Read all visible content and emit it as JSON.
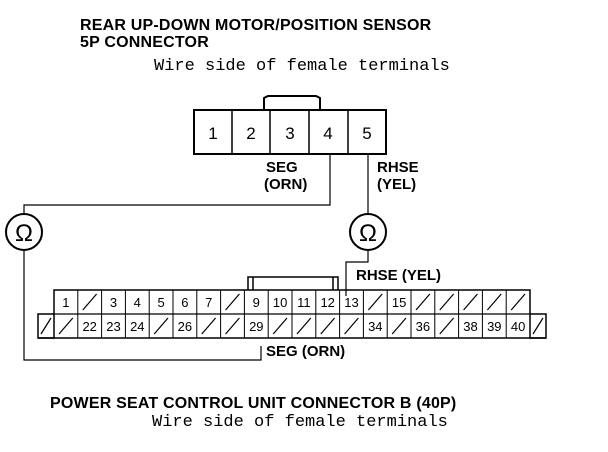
{
  "top_connector": {
    "title_line1": "REAR UP-DOWN MOTOR/POSITION SENSOR",
    "title_line2": "5P CONNECTOR",
    "subtitle": "Wire side of female terminals",
    "pins": [
      "1",
      "2",
      "3",
      "4",
      "5"
    ]
  },
  "wires": {
    "seg_top": [
      "SEG",
      "(ORN)"
    ],
    "rhse_top": [
      "RHSE",
      "(YEL)"
    ],
    "rhse_mid": "RHSE (YEL)",
    "seg_bottom": "SEG (ORN)"
  },
  "meters": {
    "symbol": "Ω"
  },
  "bottom_connector": {
    "row1": [
      "1",
      "",
      "3",
      "4",
      "5",
      "6",
      "7",
      "",
      "9",
      "10",
      "11",
      "12",
      "13",
      "",
      "15",
      "",
      "",
      "",
      "",
      ""
    ],
    "row2": [
      "",
      "22",
      "23",
      "24",
      "",
      "26",
      "",
      "",
      "29",
      "",
      "",
      "",
      "",
      "34",
      "",
      "36",
      "",
      "38",
      "39",
      "40"
    ],
    "title": "POWER SEAT CONTROL UNIT CONNECTOR B (40P)",
    "subtitle": "Wire side of female terminals"
  }
}
